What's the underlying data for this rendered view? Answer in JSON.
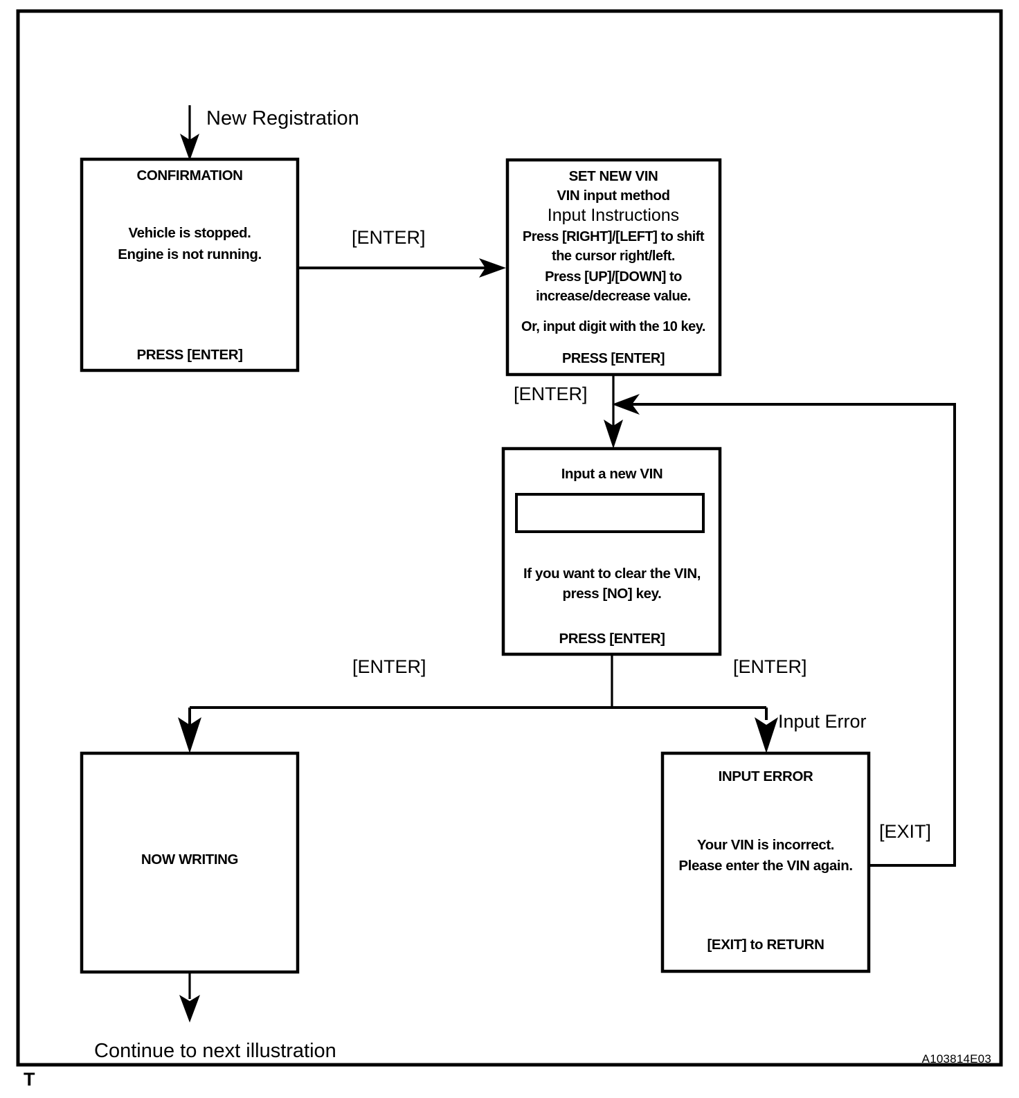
{
  "figure": {
    "corner_mark": "T",
    "figure_code": "A103814E03"
  },
  "flow_labels": {
    "start": "New Registration",
    "end": "Continue to next illustration",
    "enter_confirm_to_setvin": "[ENTER]",
    "enter_setvin_to_input": "[ENTER]",
    "enter_input_to_writing": "[ENTER]",
    "enter_input_to_error": "[ENTER]",
    "input_error_branch": "Input Error",
    "exit_return": "[EXIT]"
  },
  "nodes": {
    "confirmation": {
      "title": "CONFIRMATION",
      "body": [
        "Vehicle is stopped.",
        "Engine is not running."
      ],
      "footer": "PRESS [ENTER]"
    },
    "set_new_vin": {
      "title": "SET NEW VIN",
      "subtitle": "VIN input method",
      "heading": "Input Instructions",
      "body": [
        "Press [RIGHT]/[LEFT] to shift",
        "the cursor right/left.",
        "Press [UP]/[DOWN]  to",
        "increase/decrease value.",
        "Or, input digit with the 10 key."
      ],
      "footer": "PRESS [ENTER]"
    },
    "input_new_vin": {
      "title": "Input a new VIN",
      "field_value": "",
      "body": [
        "If you want to clear the VIN,",
        "press [NO] key."
      ],
      "footer": "PRESS [ENTER]"
    },
    "now_writing": {
      "title": "NOW WRITING"
    },
    "input_error": {
      "title": "INPUT  ERROR",
      "body": [
        "Your VIN is incorrect.",
        "Please enter the VIN again."
      ],
      "footer": "[EXIT] to RETURN"
    }
  }
}
